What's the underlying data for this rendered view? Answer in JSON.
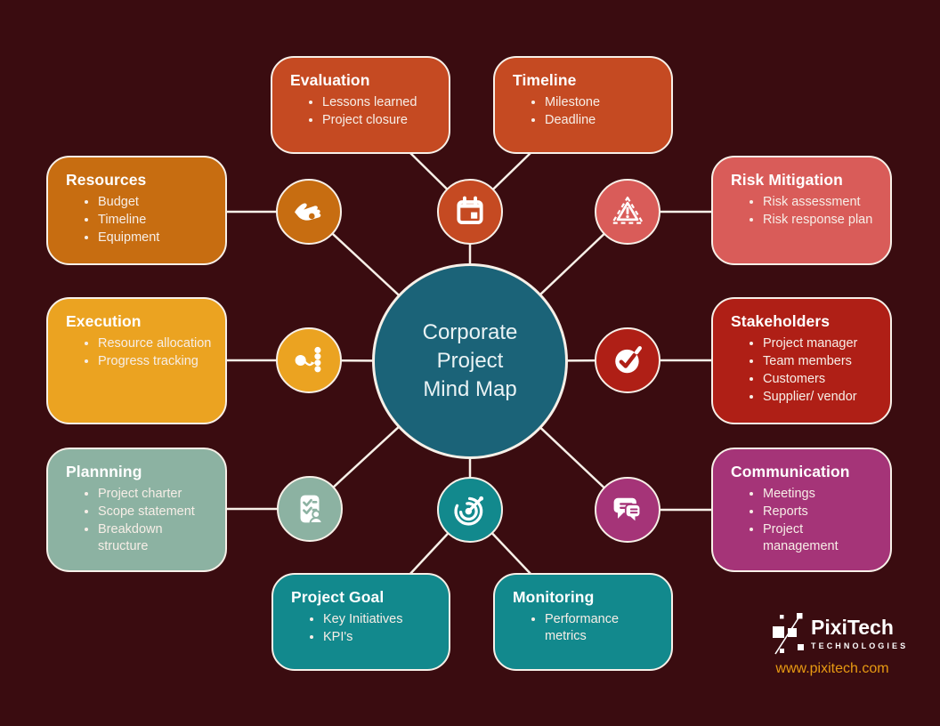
{
  "canvas": {
    "background": "#3a0c10",
    "connector_color": "#f7f0e8"
  },
  "center": {
    "color": "#1b6378",
    "lines": [
      "Corporate",
      "Project",
      "Mind Map"
    ]
  },
  "branches": {
    "evaluation": {
      "title": "Evaluation",
      "bullets": [
        "Lessons learned",
        "Project closure"
      ],
      "color": "#c54a22"
    },
    "timeline": {
      "title": "Timeline",
      "bullets": [
        "Milestone",
        "Deadline"
      ],
      "color": "#c54a22",
      "icon": "calendar-icon"
    },
    "resources": {
      "title": "Resources",
      "bullets": [
        "Budget",
        "Timeline",
        "Equipment"
      ],
      "color": "#c76d11",
      "icon": "hand-icon"
    },
    "risk_mitigation": {
      "title": "Risk Mitigation",
      "bullets": [
        "Risk assessment",
        "Risk response plan"
      ],
      "color": "#d95c59",
      "icon": "warning-icon"
    },
    "execution": {
      "title": "Execution",
      "bullets": [
        "Resource allocation",
        "Progress tracking"
      ],
      "color": "#eba321",
      "icon": "allocation-icon"
    },
    "stakeholders": {
      "title": "Stakeholders",
      "bullets": [
        "Project manager",
        "Team members",
        "Customers",
        "Supplier/ vendor"
      ],
      "color": "#af1f16",
      "icon": "check-icon"
    },
    "planning": {
      "title": "Plannning",
      "bullets": [
        "Project charter",
        "Scope statement",
        "Breakdown structure"
      ],
      "color": "#8cb2a2",
      "icon": "checklist-icon"
    },
    "communication": {
      "title": "Communication",
      "bullets": [
        "Meetings",
        "Reports",
        "Project management"
      ],
      "color": "#a53478",
      "icon": "chat-icon"
    },
    "project_goal": {
      "title": "Project Goal",
      "bullets": [
        "Key Initiatives",
        "KPI's"
      ],
      "color": "#12898d",
      "icon": "target-icon"
    },
    "monitoring": {
      "title": "Monitoring",
      "bullets": [
        "Performance metrics"
      ],
      "color": "#12898d"
    }
  },
  "logo": {
    "brand": "PixiTech",
    "subtitle": "TECHNOLOGIES",
    "website": "www.pixitech.com",
    "website_color": "#e89a12"
  }
}
